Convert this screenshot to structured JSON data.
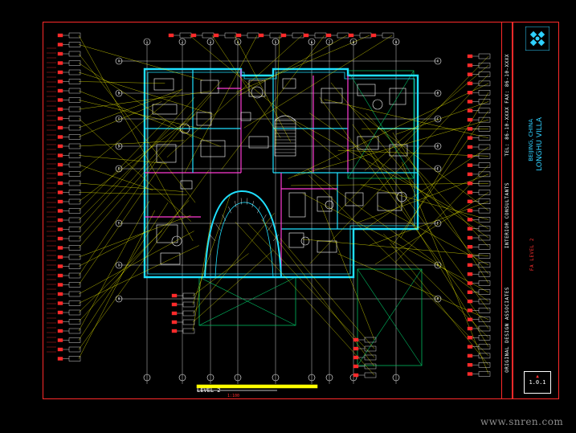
{
  "drawing": {
    "plan_title": "LEVEL 2",
    "scale_note": "1:100",
    "grid_bubbles": {
      "top": [
        "1",
        "2",
        "3",
        "4",
        "5",
        "6",
        "7",
        "8",
        "9"
      ],
      "left": [
        "A",
        "B",
        "C",
        "D",
        "E",
        "F",
        "G",
        "H"
      ],
      "right": [
        "A",
        "B",
        "C",
        "D",
        "E",
        "F",
        "G",
        "H"
      ]
    },
    "colors": {
      "wall": "#1fe0ff",
      "partition": "#ff3bd4",
      "furniture": "#ffffff",
      "leader": "#ffff00",
      "grid": "#ffffff",
      "frame": "#ff2a2a",
      "hatch": "#00b860",
      "room_tag": "#ffffff"
    }
  },
  "titleblock": {
    "project_name": "LONGHU VILLA",
    "project_location": "BEIJING, CHINA",
    "sheet_title": "FA LEVEL 2",
    "sheet_number": "1.0.1",
    "strip_texts": [
      "ORIGINAL DESIGN ASSOCIATES",
      "INTERIOR CONSULTANTS",
      "TEL: 86-10-XXXX  FAX: 86-10-XXXX"
    ]
  },
  "watermark": "www.snren.com"
}
